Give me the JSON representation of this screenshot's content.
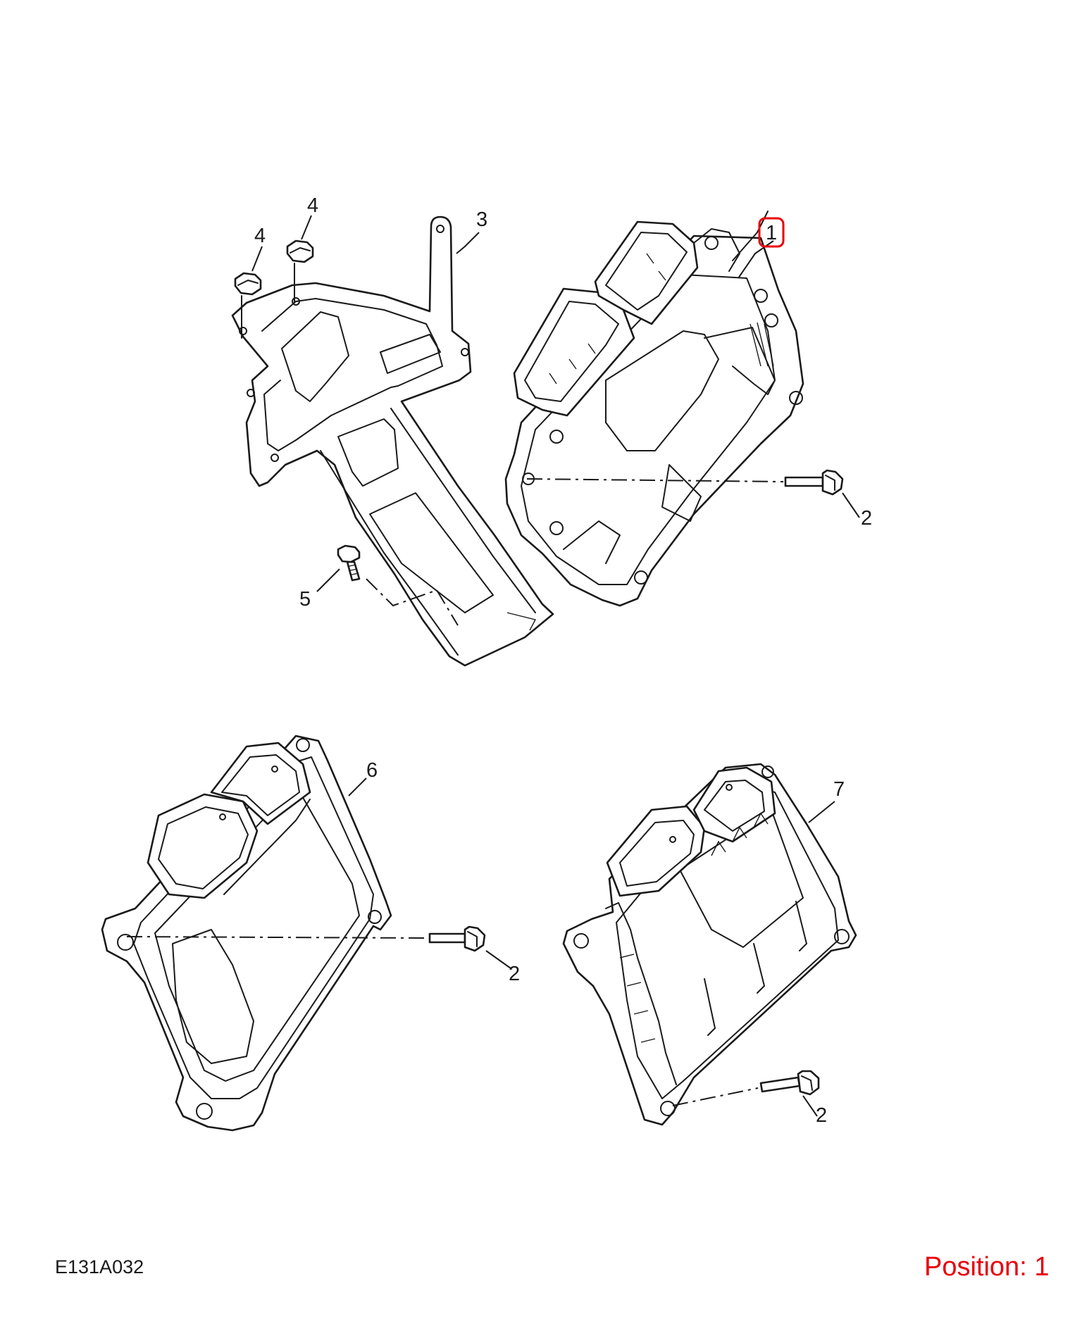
{
  "diagram": {
    "reference_code": "E131A032",
    "position_label": "Position:",
    "position_value": "1",
    "highlight_color": "#e8000b",
    "line_color": "#1a1a1a",
    "callouts": {
      "c1": "1",
      "c2a": "2",
      "c2b": "2",
      "c2c": "2",
      "c3": "3",
      "c4a": "4",
      "c4b": "4",
      "c5": "5",
      "c6": "6",
      "c7": "7"
    }
  }
}
